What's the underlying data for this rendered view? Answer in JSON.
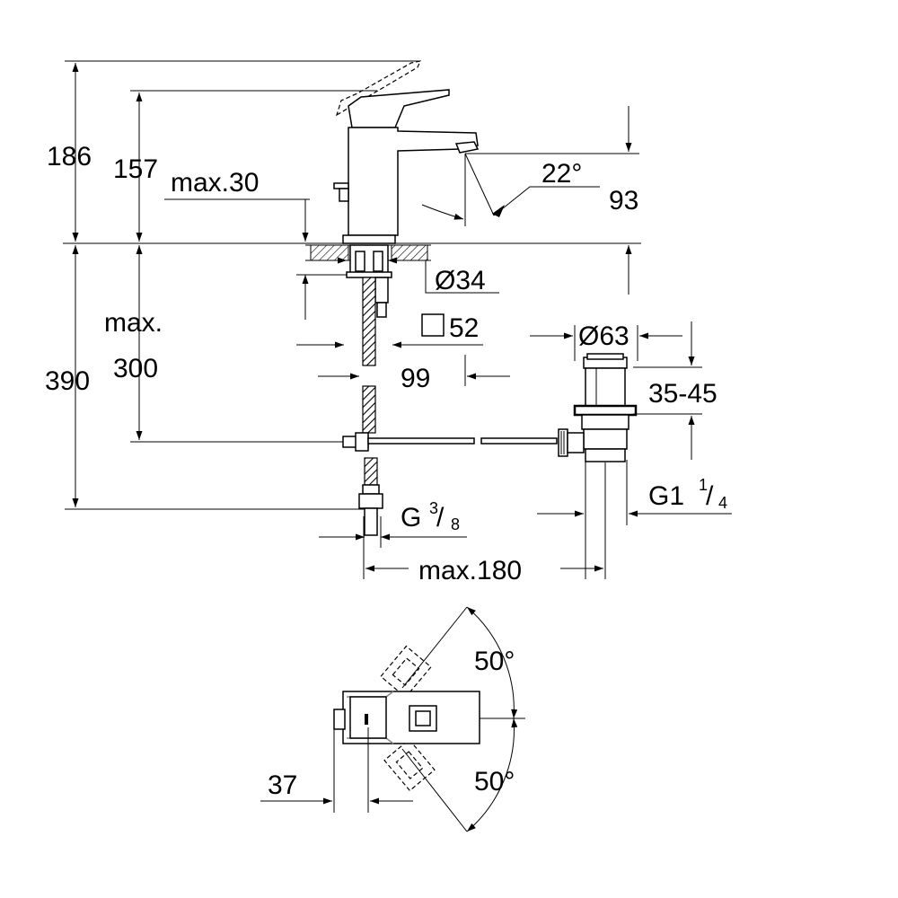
{
  "dims": {
    "h186": "186",
    "h157": "157",
    "max30": "max.30",
    "angle22": "22°",
    "d93": "93",
    "d34": "Ø34",
    "sq52": "52",
    "max_word": "max.",
    "d300": "300",
    "d390": "390",
    "d99": "99",
    "d63": "Ø63",
    "r3545": "35-45",
    "g38_main": "G",
    "g38_num": "3",
    "g38_den": "8",
    "g114_main": "G1",
    "g114_num": "1",
    "g114_den": "4",
    "max180": "max.180",
    "angle50_top": "50°",
    "angle50_bottom": "50°",
    "d37": "37"
  }
}
